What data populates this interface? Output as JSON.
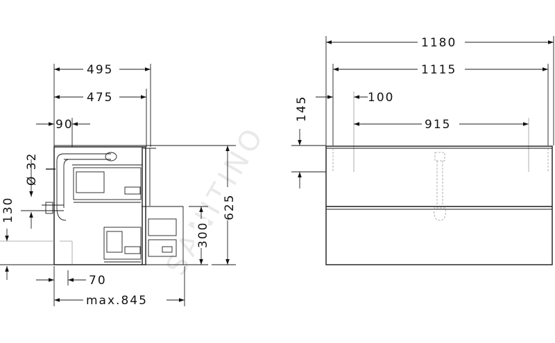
{
  "watermark": "SANITINO",
  "side_view": {
    "dims": {
      "depth_total": "495",
      "depth_body": "475",
      "offset_90": "90",
      "diameter": "Ø 32",
      "height_130": "130",
      "height_300": "300",
      "height_625": "625",
      "offset_70": "70",
      "max_845": "max.845"
    }
  },
  "front_view": {
    "dims": {
      "width_total": "1180",
      "width_body": "1115",
      "edge_100": "100",
      "height_145": "145",
      "spacing_915": "915"
    }
  }
}
